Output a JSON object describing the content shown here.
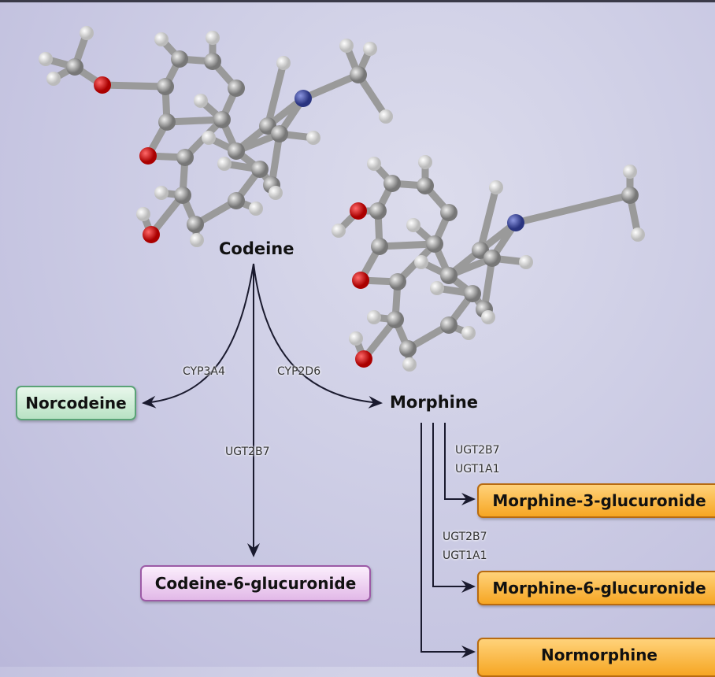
{
  "molecules": {
    "codeine": "Codeine",
    "morphine": "Morphine"
  },
  "enzymes": {
    "cyp3a4": "CYP3A4",
    "cyp2d6": "CYP2D6",
    "ugt2b7_codeine": "UGT2B7",
    "m3g": [
      "UGT2B7",
      "UGT1A1"
    ],
    "m6g": [
      "UGT2B7",
      "UGT1A1"
    ]
  },
  "products": {
    "norcodeine": "Norcodeine",
    "codeine_6_glucuronide": "Codeine-6-glucuronide",
    "morphine_3_glucuronide": "Morphine-3-glucuronide",
    "morphine_6_glucuronide": "Morphine-6-glucuronide",
    "normorphine": "Normorphine"
  },
  "colors": {
    "carbon": "#a9a9a9",
    "hydrogen": "#f4f4f4",
    "oxygen": "#d9141e",
    "nitrogen": "#4a55a8",
    "green": "#b8e2c4",
    "pink": "#e2b9e8",
    "orange": "#f6a623"
  }
}
